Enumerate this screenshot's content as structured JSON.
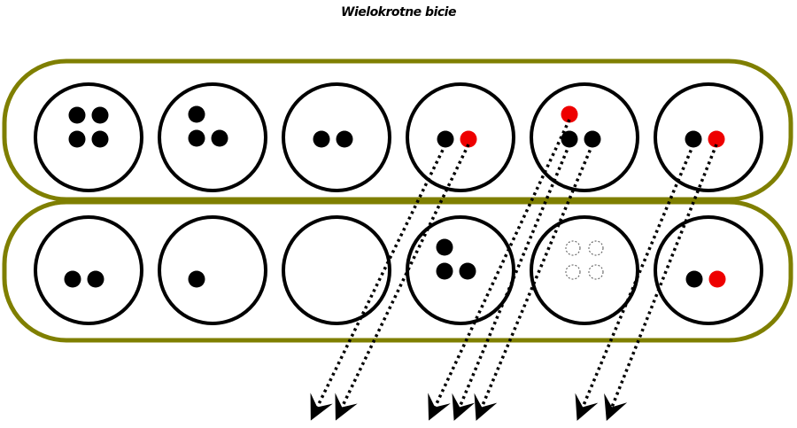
{
  "title": "Wielokrotne bicie",
  "colors": {
    "band": "#7f7f00",
    "stone": "#000000",
    "capture": "#ee0000",
    "pit": "#000000"
  },
  "rows": [
    {
      "name": "top",
      "pits": [
        {
          "stones": [
            "black",
            "black",
            "black",
            "black"
          ]
        },
        {
          "stones": [
            "black",
            "black",
            "black"
          ]
        },
        {
          "stones": [
            "black",
            "black"
          ]
        },
        {
          "stones": [
            "black",
            "red"
          ]
        },
        {
          "stones": [
            "red",
            "black",
            "black"
          ]
        },
        {
          "stones": [
            "black",
            "red"
          ]
        }
      ]
    },
    {
      "name": "bottom",
      "pits": [
        {
          "stones": [
            "black",
            "black"
          ]
        },
        {
          "stones": [
            "black"
          ]
        },
        {
          "stones": []
        },
        {
          "stones": [
            "black",
            "black",
            "black"
          ]
        },
        {
          "stones": [
            "ghost",
            "ghost",
            "ghost",
            "ghost"
          ]
        },
        {
          "stones": [
            "black",
            "red"
          ]
        }
      ]
    }
  ],
  "captures": [
    {
      "from_pit": 4,
      "stone": 0
    },
    {
      "from_pit": 4,
      "stone": 1
    },
    {
      "from_pit": 5,
      "stone": 0
    },
    {
      "from_pit": 5,
      "stone": 1
    },
    {
      "from_pit": 5,
      "stone": 2
    },
    {
      "from_pit": 6,
      "stone": 0
    },
    {
      "from_pit": 6,
      "stone": 1
    }
  ]
}
